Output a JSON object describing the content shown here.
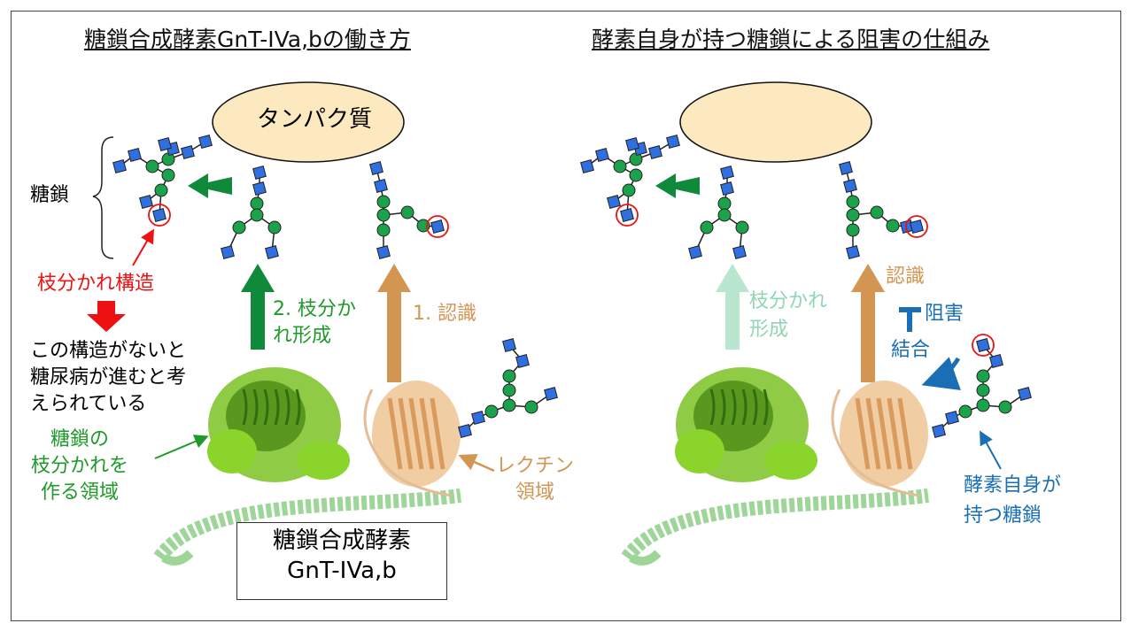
{
  "left_panel": {
    "title": "糖鎖合成酵素GnT-IVa,bの働き方",
    "protein_label": "タンパク質",
    "glycan_label": "糖鎖",
    "branch_structure_label": "枝分かれ構造",
    "disease_note": [
      "この構造がないと",
      "糖尿病が進むと考",
      "えられている"
    ],
    "branch_domain_label": [
      "糖鎖の",
      "枝分かれを",
      "作る領域"
    ],
    "step2_label": [
      "2. 枝分か",
      "れ形成"
    ],
    "step1_label": "1. 認識",
    "lectin_label": [
      "レクチン",
      "領域"
    ],
    "enzyme_name": [
      "糖鎖合成酵素",
      "GnT-IVa,b"
    ]
  },
  "right_panel": {
    "title": "酵素自身が持つ糖鎖による阻害の仕組み",
    "branch_formation_label": [
      "枝分かれ",
      "形成"
    ],
    "recognition_label": "認識",
    "inhibition_label": "阻害",
    "binding_label": "結合",
    "self_glycan_label": [
      "酵素自身が",
      "持つ糖鎖"
    ]
  },
  "colors": {
    "protein_fill": "#fde9c0",
    "sugar_circle": "#1aa34a",
    "sugar_square": "#2f6fe0",
    "green_arrow": "#0f8a3a",
    "brown_arrow": "#d29552",
    "red": "#ee1111",
    "blue": "#1a6fb4"
  }
}
